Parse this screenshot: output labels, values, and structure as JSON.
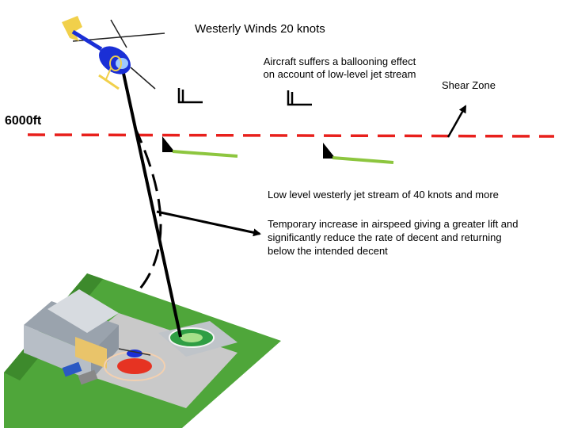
{
  "title": "Westerly Winds 20 knots",
  "labels": {
    "ballooning_line1": "Aircraft suffers a ballooning effect",
    "ballooning_line2": "on account of low-level jet stream",
    "shear_zone": "Shear Zone",
    "altitude": "6000ft",
    "jet_stream": "Low level westerly jet stream of 40 knots and more",
    "temporary": "Temporary increase in airspeed giving a greater lift  and significantly reduce the rate of decent and returning below the intended decent"
  },
  "colors": {
    "altitude_line": "#e8201c",
    "jet_flag": "#8dc63f",
    "helicopter_body": "#1a2fd6",
    "helipad_green": "#2f9e44",
    "ground_green": "#4fa63a",
    "landing_circle": "#e63322"
  },
  "icons": [
    "helicopter-icon",
    "wind-barb-icon",
    "jet-barb-icon",
    "heliport-scene"
  ]
}
